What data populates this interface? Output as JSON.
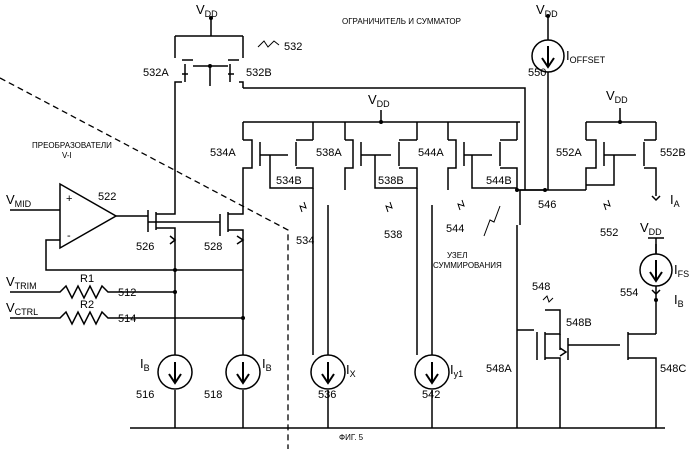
{
  "title_text": "ОГРАНИЧИТЕЛЬ И СУММАТОР",
  "converter_text": {
    "line1": "ПРЕОБРАЗОВАТЕЛИ",
    "line2": "V-I"
  },
  "summing_node_text": {
    "line1": "УЗЕЛ",
    "line2": "СУММИРОВАНИЯ"
  },
  "figure_caption": "ФИГ. 5",
  "supply": {
    "main": "V",
    "sub": "DD"
  },
  "inputs": {
    "vmid": {
      "main": "V",
      "sub": "MID"
    },
    "vtrim": {
      "main": "V",
      "sub": "TRIM"
    },
    "vctrl": {
      "main": "V",
      "sub": "CTRL"
    }
  },
  "resistors": {
    "r1": "R1",
    "r2": "R2"
  },
  "currents": {
    "ib": {
      "main": "I",
      "sub": "B"
    },
    "ix": {
      "main": "I",
      "sub": "X"
    },
    "iy1": {
      "main": "I",
      "sub": "y1"
    },
    "ioffset": {
      "main": "I",
      "sub": "OFFSET"
    },
    "ifs": {
      "main": "I",
      "sub": "FS"
    },
    "ia": {
      "main": "I",
      "sub": "A"
    },
    "ib_out": {
      "main": "I",
      "sub": "B"
    }
  },
  "refs": {
    "r532": "532",
    "r532a": "532A",
    "r532b": "532B",
    "r522": "522",
    "r526": "526",
    "r528": "528",
    "r512": "512",
    "r514": "514",
    "r516": "516",
    "r518": "518",
    "r534": "534",
    "r534a": "534A",
    "r534b": "534B",
    "r538": "538",
    "r538a": "538A",
    "r538b": "538B",
    "r544": "544",
    "r544a": "544A",
    "r544b": "544B",
    "r536": "536",
    "r542": "542",
    "r546": "546",
    "r550": "550",
    "r552": "552",
    "r552a": "552A",
    "r552b": "552B",
    "r548": "548",
    "r548a": "548A",
    "r548b": "548B",
    "r548c": "548C",
    "r554": "554"
  }
}
